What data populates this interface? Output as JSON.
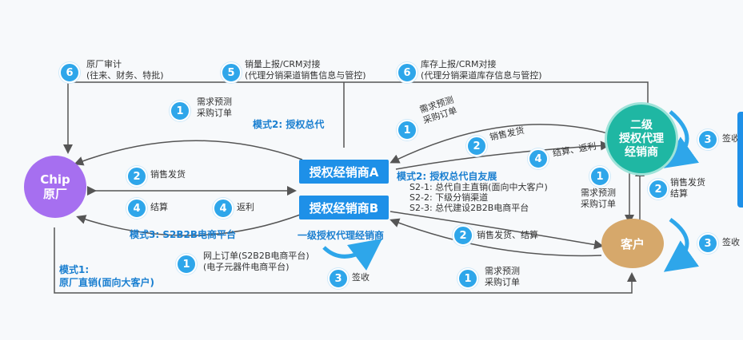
{
  "nodes": {
    "chip": "Chip\n原厂",
    "tier2": "二级\n授权代理\n经销商",
    "customer": "客户",
    "dist_a": "授权经销商A",
    "dist_b": "授权经销商B",
    "tier1_label": "一级授权代理经销商"
  },
  "top": {
    "audit": {
      "num": "6",
      "line1": "原厂审计",
      "line2": "(往来、财务、特批)"
    },
    "sales_report": {
      "num": "5",
      "line1": "销量上报/CRM对接",
      "line2": "(代理分销渠道销售信息与管控)"
    },
    "stock_report": {
      "num": "6",
      "line1": "库存上报/CRM对接",
      "line2": "(代理分销渠道库存信息与管控)"
    }
  },
  "left": {
    "forecast": {
      "num": "1",
      "line1": "需求预测",
      "line2": "采购订单"
    },
    "mode2_title": "模式2: 授权总代",
    "ship": {
      "num": "2",
      "label": "销售发货"
    },
    "settle": {
      "num": "4",
      "label": "结算"
    },
    "rebate": {
      "num": "4",
      "label": "返利"
    },
    "mode3_title": "模式3: S2B2B电商平台",
    "online": {
      "num": "1",
      "line1": "网上订单(S2B2B电商平台)",
      "line2": "(电子元器件电商平台)"
    },
    "sign": {
      "num": "3",
      "label": "签收"
    },
    "mode1_title_line1": "模式1:",
    "mode1_title_line2": "原厂直销(面向大客户)"
  },
  "right": {
    "forecast_t2": {
      "num": "1",
      "line1": "需求预测",
      "line2": "采购订单"
    },
    "ship_t2": {
      "num": "2",
      "label": "销售发货"
    },
    "settle_t2": {
      "num": "4",
      "label": "结算、返利"
    },
    "mode2_ext_title": "模式2: 授权总代自友展",
    "s21": "S2-1: 总代自主直销(面向中大客户)",
    "s22": "S2-2: 下级分销渠道",
    "s23": "S2-3: 总代建设2B2B电商平台",
    "cust_forecast": {
      "num": "1",
      "line1": "需求预测",
      "line2": "采购订单"
    },
    "cust_ship": {
      "num": "2",
      "line1": "销售发货",
      "line2": "结算"
    },
    "sign_t2": {
      "num": "3",
      "label": "签收"
    },
    "sign_cust": {
      "num": "3",
      "label": "签收"
    },
    "ship_settle_b": {
      "num": "2",
      "label": "销售发货、结算"
    },
    "cust_forecast_bottom": {
      "num": "1",
      "line1": "需求预测",
      "line2": "采购订单"
    }
  },
  "colors": {
    "primary": "#1e90e8",
    "chip": "#a66ff0",
    "tier2": "#1fb7a3",
    "customer": "#d6a86b",
    "badge": "#2ea6ea",
    "arrow": "#555555"
  }
}
